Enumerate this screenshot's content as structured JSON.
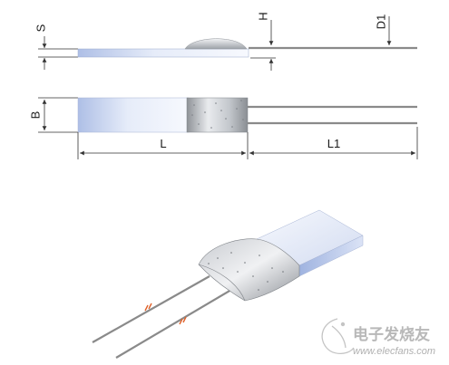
{
  "labels": {
    "s": "S",
    "h": "H",
    "d1": "D1",
    "b": "B",
    "l": "L",
    "l1": "L1"
  },
  "watermark": {
    "brand_cn": "电子发烧友",
    "url": "www.elecfans.com"
  },
  "colors": {
    "body_light": "#eef2fb",
    "body_shade": "#b9c8e8",
    "lead": "#8a8a8a",
    "dim_line": "#333333",
    "band": "#e0622a"
  }
}
